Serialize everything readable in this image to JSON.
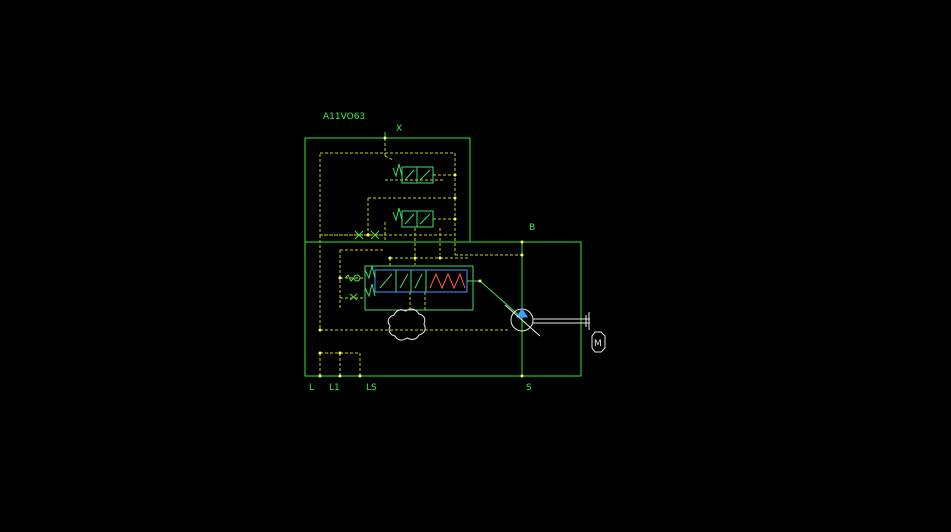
{
  "diagram": {
    "model_label": "A11VO63",
    "ports": {
      "x": "X",
      "b": "B",
      "l": "L",
      "l1": "L1",
      "ls": "LS",
      "s": "S"
    },
    "motor_label": "M"
  },
  "colors": {
    "background": "#000000",
    "line": "#2ee82e",
    "dashed": "#c8d400",
    "label": "#39f04a",
    "symbol": "#37e06a",
    "accent": "#3aa0ff",
    "motor": "#e8e8e8",
    "node": "#ffff55"
  }
}
